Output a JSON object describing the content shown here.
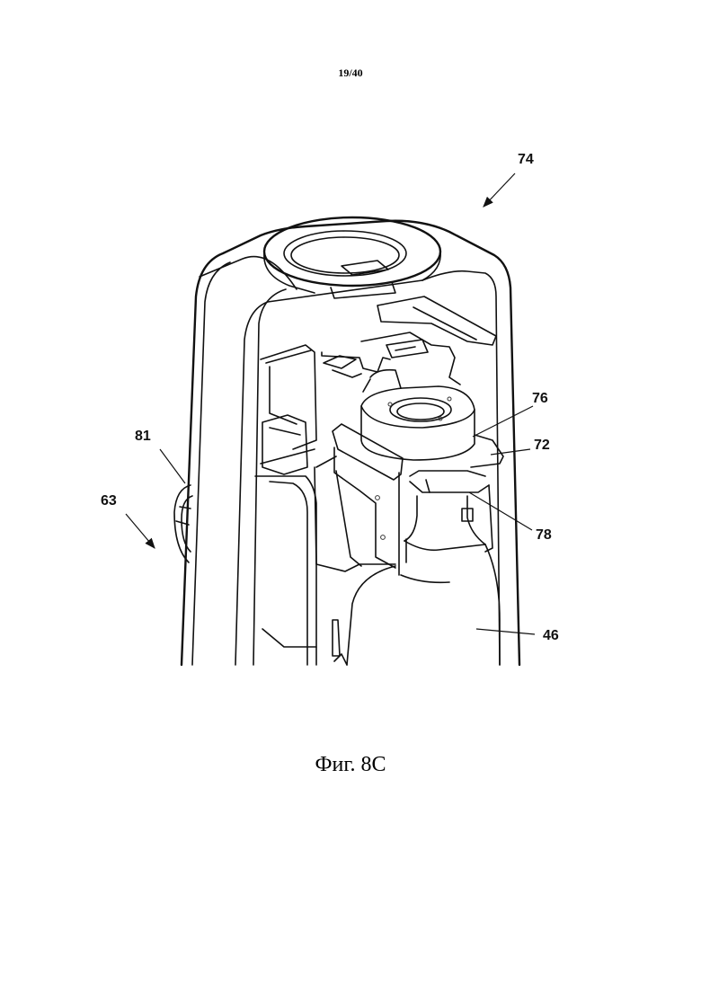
{
  "page": {
    "number": "19/40"
  },
  "figure": {
    "caption": "Фиг. 8C",
    "reference_numerals": {
      "r74": "74",
      "r76": "76",
      "r72": "72",
      "r81": "81",
      "r63": "63",
      "r78": "78",
      "r46": "46"
    }
  }
}
